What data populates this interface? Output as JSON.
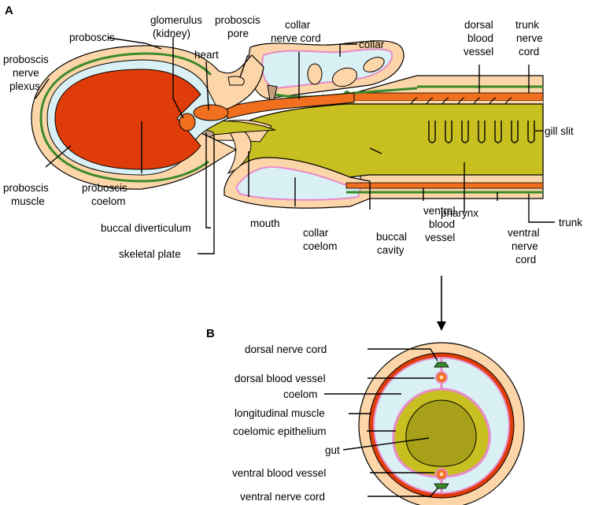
{
  "panels": {
    "a": "A",
    "b": "B"
  },
  "labels_a": {
    "proboscis": "proboscis",
    "glomerulus_1": "glomerulus",
    "glomerulus_2": "(kidney)",
    "proboscis_pore_1": "proboscis",
    "proboscis_pore_2": "pore",
    "collar_nerve_cord_1": "collar",
    "collar_nerve_cord_2": "nerve cord",
    "collar": "collar",
    "dorsal_blood_vessel_1": "dorsal",
    "dorsal_blood_vessel_2": "blood",
    "dorsal_blood_vessel_3": "vessel",
    "trunk_nerve_cord_1": "trunk",
    "trunk_nerve_cord_2": "nerve",
    "trunk_nerve_cord_3": "cord",
    "heart": "heart",
    "proboscis_nerve_plexus_1": "proboscis",
    "proboscis_nerve_plexus_2": "nerve",
    "proboscis_nerve_plexus_3": "plexus",
    "gill_slit": "gill slit",
    "proboscis_muscle_1": "proboscis",
    "proboscis_muscle_2": "muscle",
    "proboscis_coelom_1": "proboscis",
    "proboscis_coelom_2": "coelom",
    "pharynx": "pharynx",
    "trunk": "trunk",
    "buccal_diverticulum": "buccal diverticulum",
    "mouth": "mouth",
    "collar_coelom_1": "collar",
    "collar_coelom_2": "coelom",
    "buccal_cavity_1": "buccal",
    "buccal_cavity_2": "cavity",
    "ventral_blood_vessel_1": "ventral",
    "ventral_blood_vessel_2": "blood",
    "ventral_blood_vessel_3": "vessel",
    "ventral_nerve_cord_1": "ventral",
    "ventral_nerve_cord_2": "nerve",
    "ventral_nerve_cord_3": "cord",
    "skeletal_plate": "skeletal plate"
  },
  "labels_b": {
    "dorsal_nerve_cord": "dorsal nerve cord",
    "dorsal_blood_vessel": "dorsal blood vessel",
    "coelom": "coelom",
    "longitudinal_muscle": "longitudinal muscle",
    "coelomic_epithelium": "coelomic epithelium",
    "gut": "gut",
    "ventral_blood_vessel": "ventral blood vessel",
    "ventral_nerve_cord": "ventral nerve cord"
  },
  "colors": {
    "skin": "#fcd5a8",
    "muscle": "#e03c0a",
    "vessel": "#f07020",
    "coelom": "#d9f0f5",
    "gut": "#c8c020",
    "gut_dark": "#a8a018",
    "nerve": "#3a8a2a",
    "pink": "#e88ac8"
  }
}
